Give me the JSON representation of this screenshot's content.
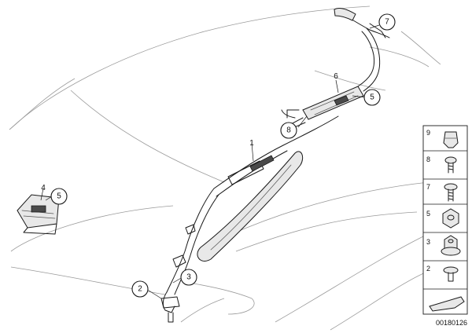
{
  "diagram": {
    "drawing_number": "00180126",
    "callouts": [
      {
        "id": "callout-7-top",
        "text": "7",
        "circled": true
      },
      {
        "id": "callout-6",
        "text": "6",
        "circled": false
      },
      {
        "id": "callout-5-right",
        "text": "5",
        "circled": true
      },
      {
        "id": "callout-8",
        "text": "8",
        "circled": true
      },
      {
        "id": "callout-1",
        "text": "1",
        "circled": false
      },
      {
        "id": "callout-4",
        "text": "4",
        "circled": false
      },
      {
        "id": "callout-5-left",
        "text": "5",
        "circled": true
      },
      {
        "id": "callout-2",
        "text": "2",
        "circled": true
      },
      {
        "id": "callout-3",
        "text": "3",
        "circled": true
      }
    ],
    "parts_panel": [
      {
        "num": "9",
        "part": "clip"
      },
      {
        "num": "8",
        "part": "screw"
      },
      {
        "num": "7",
        "part": "bolt"
      },
      {
        "num": "5",
        "part": "nut"
      },
      {
        "num": "3",
        "part": "flange-nut"
      },
      {
        "num": "2",
        "part": "rivet"
      }
    ]
  }
}
